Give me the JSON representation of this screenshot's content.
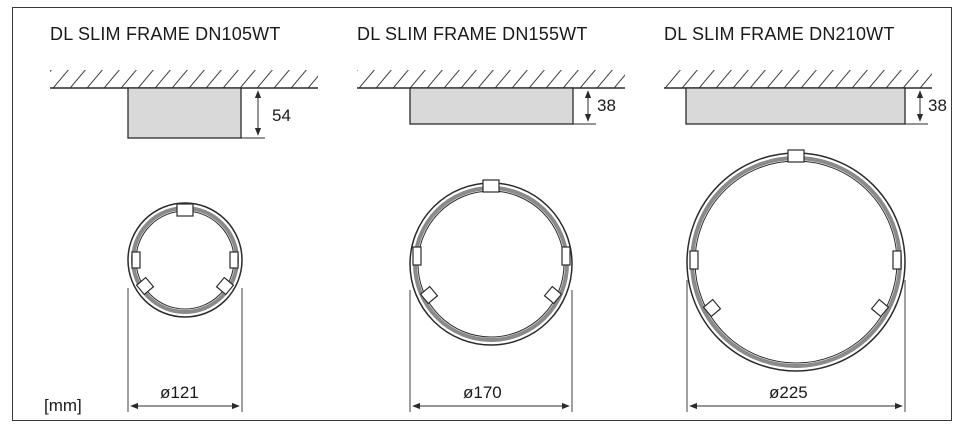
{
  "unit": "[mm]",
  "models": [
    {
      "name": "DL SLIM FRAME DN105WT",
      "height": "54",
      "diameter": "ø121"
    },
    {
      "name": "DL SLIM FRAME DN155WT",
      "height": "38",
      "diameter": "ø170"
    },
    {
      "name": "DL SLIM FRAME DN210WT",
      "height": "38",
      "diameter": "ø225"
    }
  ],
  "colors": {
    "line": "#2b2b2b",
    "fill": "#d9d9d9",
    "ring": "#8a8a8a"
  }
}
